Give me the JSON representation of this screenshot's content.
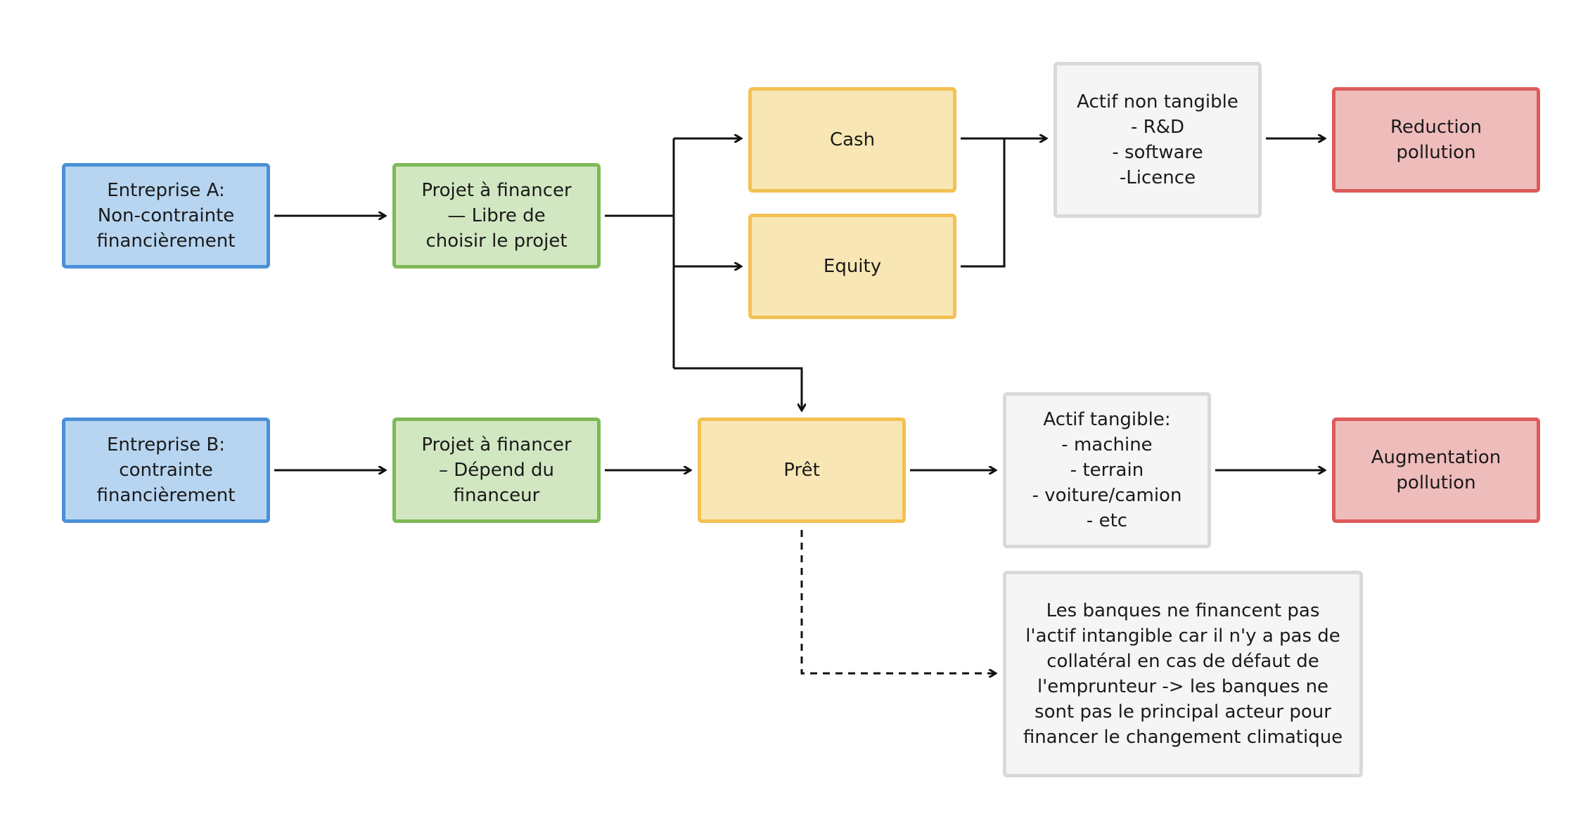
{
  "nodes": {
    "entreprise_a": "Entreprise A:\nNon-contrainte\nfinancièrement",
    "projet_a": "Projet à financer\n— Libre de\nchoisir le projet",
    "cash": "Cash",
    "equity": "Equity",
    "actif_non_tangible": "Actif non tangible\n- R&D\n- software\n-Licence",
    "reduction_pollution": "Reduction\npollution",
    "entreprise_b": "Entreprise B:\ncontrainte\nfinancièrement",
    "projet_b": "Projet à financer\n– Dépend du\nfinanceur",
    "pret": "Prêt",
    "actif_tangible": "Actif tangible:\n- machine\n- terrain\n- voiture/camion\n- etc",
    "augmentation_pollution": "Augmentation\npollution",
    "note_banques": "Les banques ne financent pas\nl'actif intangible car il n'y a pas de\ncollatéral en cas de défaut de\nl'emprunteur -> les banques ne\nsont pas le principal acteur pour\nfinancer le changement climatique"
  },
  "colors": {
    "blue_fill": "#b7d5f1",
    "blue_border": "#4a90d9",
    "green_fill": "#d1e7c1",
    "green_border": "#7dba56",
    "yellow_fill": "#f8e7b4",
    "yellow_border": "#f3c154",
    "grey_fill": "#f5f5f5",
    "grey_border": "#d9d9d9",
    "red_fill": "#efbcbc",
    "red_border": "#dd5b5b",
    "line": "#111111"
  }
}
